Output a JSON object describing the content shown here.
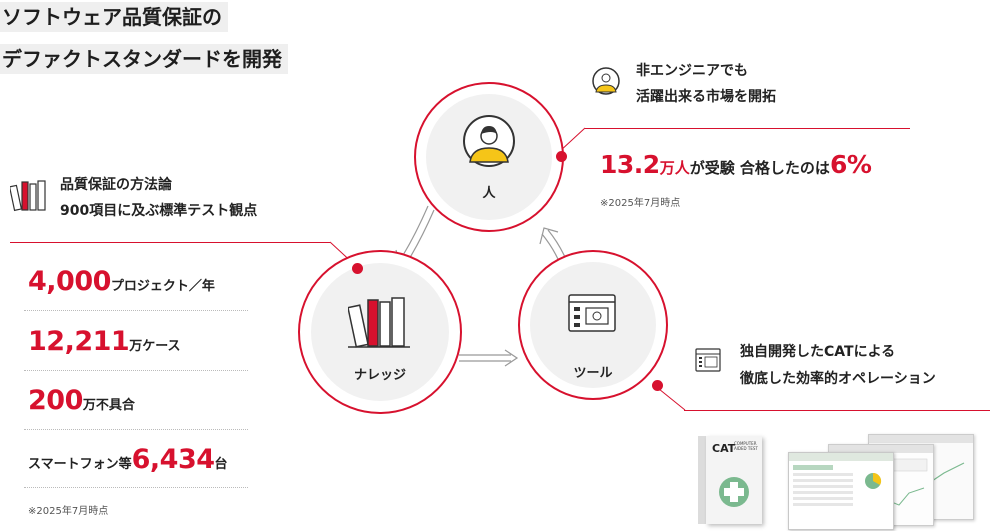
{
  "heading": {
    "line1": "ソフトウェア品質保証の",
    "line2": "デファクトスタンダードを開発"
  },
  "cycle": {
    "person_label": "人",
    "knowledge_label": "ナレッジ",
    "tool_label": "ツール"
  },
  "person_callout": {
    "line1": "非エンジニアでも",
    "line2": "活躍出来る市場を開拓",
    "stat_number": "13.2",
    "stat_unit": "万人",
    "stat_middle": "が受験 合格したのは",
    "stat_percent": "6%",
    "note": "※2025年7月時点"
  },
  "knowledge_callout": {
    "line1": "品質保証の方法論",
    "line2": "900項目に及ぶ標準テスト観点",
    "stats": [
      {
        "prefix": "",
        "number": "4,000",
        "suffix": "プロジェクト／年"
      },
      {
        "prefix": "",
        "number": "12,211",
        "suffix": "万ケース"
      },
      {
        "prefix": "",
        "number": "200",
        "suffix": "万不具合"
      },
      {
        "prefix": "スマートフォン等",
        "number": "6,434",
        "suffix": "台"
      }
    ],
    "note": "※2025年7月時点"
  },
  "tool_callout": {
    "line1": "独自開発したCATによる",
    "line2": "徹底した効率的オペレーション"
  },
  "product": {
    "box_title": "CAT",
    "box_subtitle": "COMPUTER AIDED TEST"
  },
  "colors": {
    "accent": "#d7112e",
    "panel_gray": "#efefef"
  }
}
